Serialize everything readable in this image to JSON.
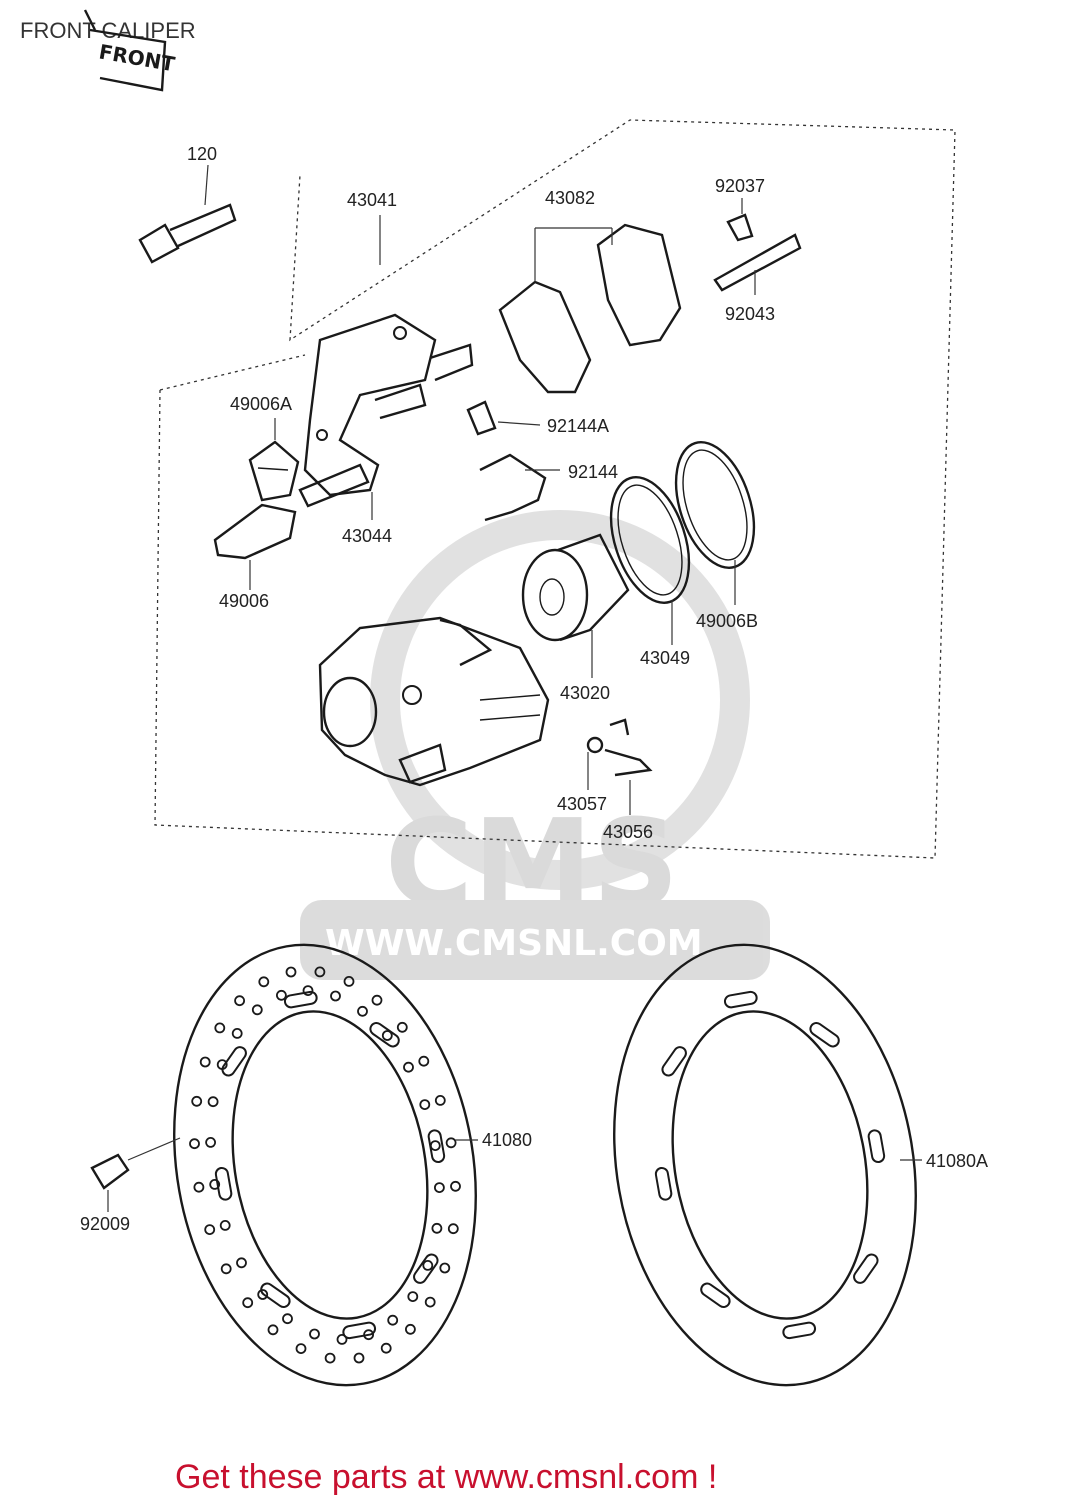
{
  "title": "FRONT CALIPER",
  "front_marker": "FRONT",
  "watermark": {
    "brand": "CMS",
    "url": "WWW.CMSNL.COM"
  },
  "footer": "Get these parts at www.cmsnl.com !",
  "parts": {
    "p120": "120",
    "p43041": "43041",
    "p43082": "43082",
    "p92037": "92037",
    "p92043": "92043",
    "p49006A": "49006A",
    "p92144A": "92144A",
    "p92144": "92144",
    "p43044": "43044",
    "p49006": "49006",
    "p49006B": "49006B",
    "p43049": "43049",
    "p43020": "43020",
    "p43057": "43057",
    "p43056": "43056",
    "p41080": "41080",
    "p92009": "92009",
    "p41080A": "41080A"
  },
  "colors": {
    "footer": "#c8102e",
    "ink": "#1a1a1a",
    "watermark": "#d6d6d6"
  }
}
